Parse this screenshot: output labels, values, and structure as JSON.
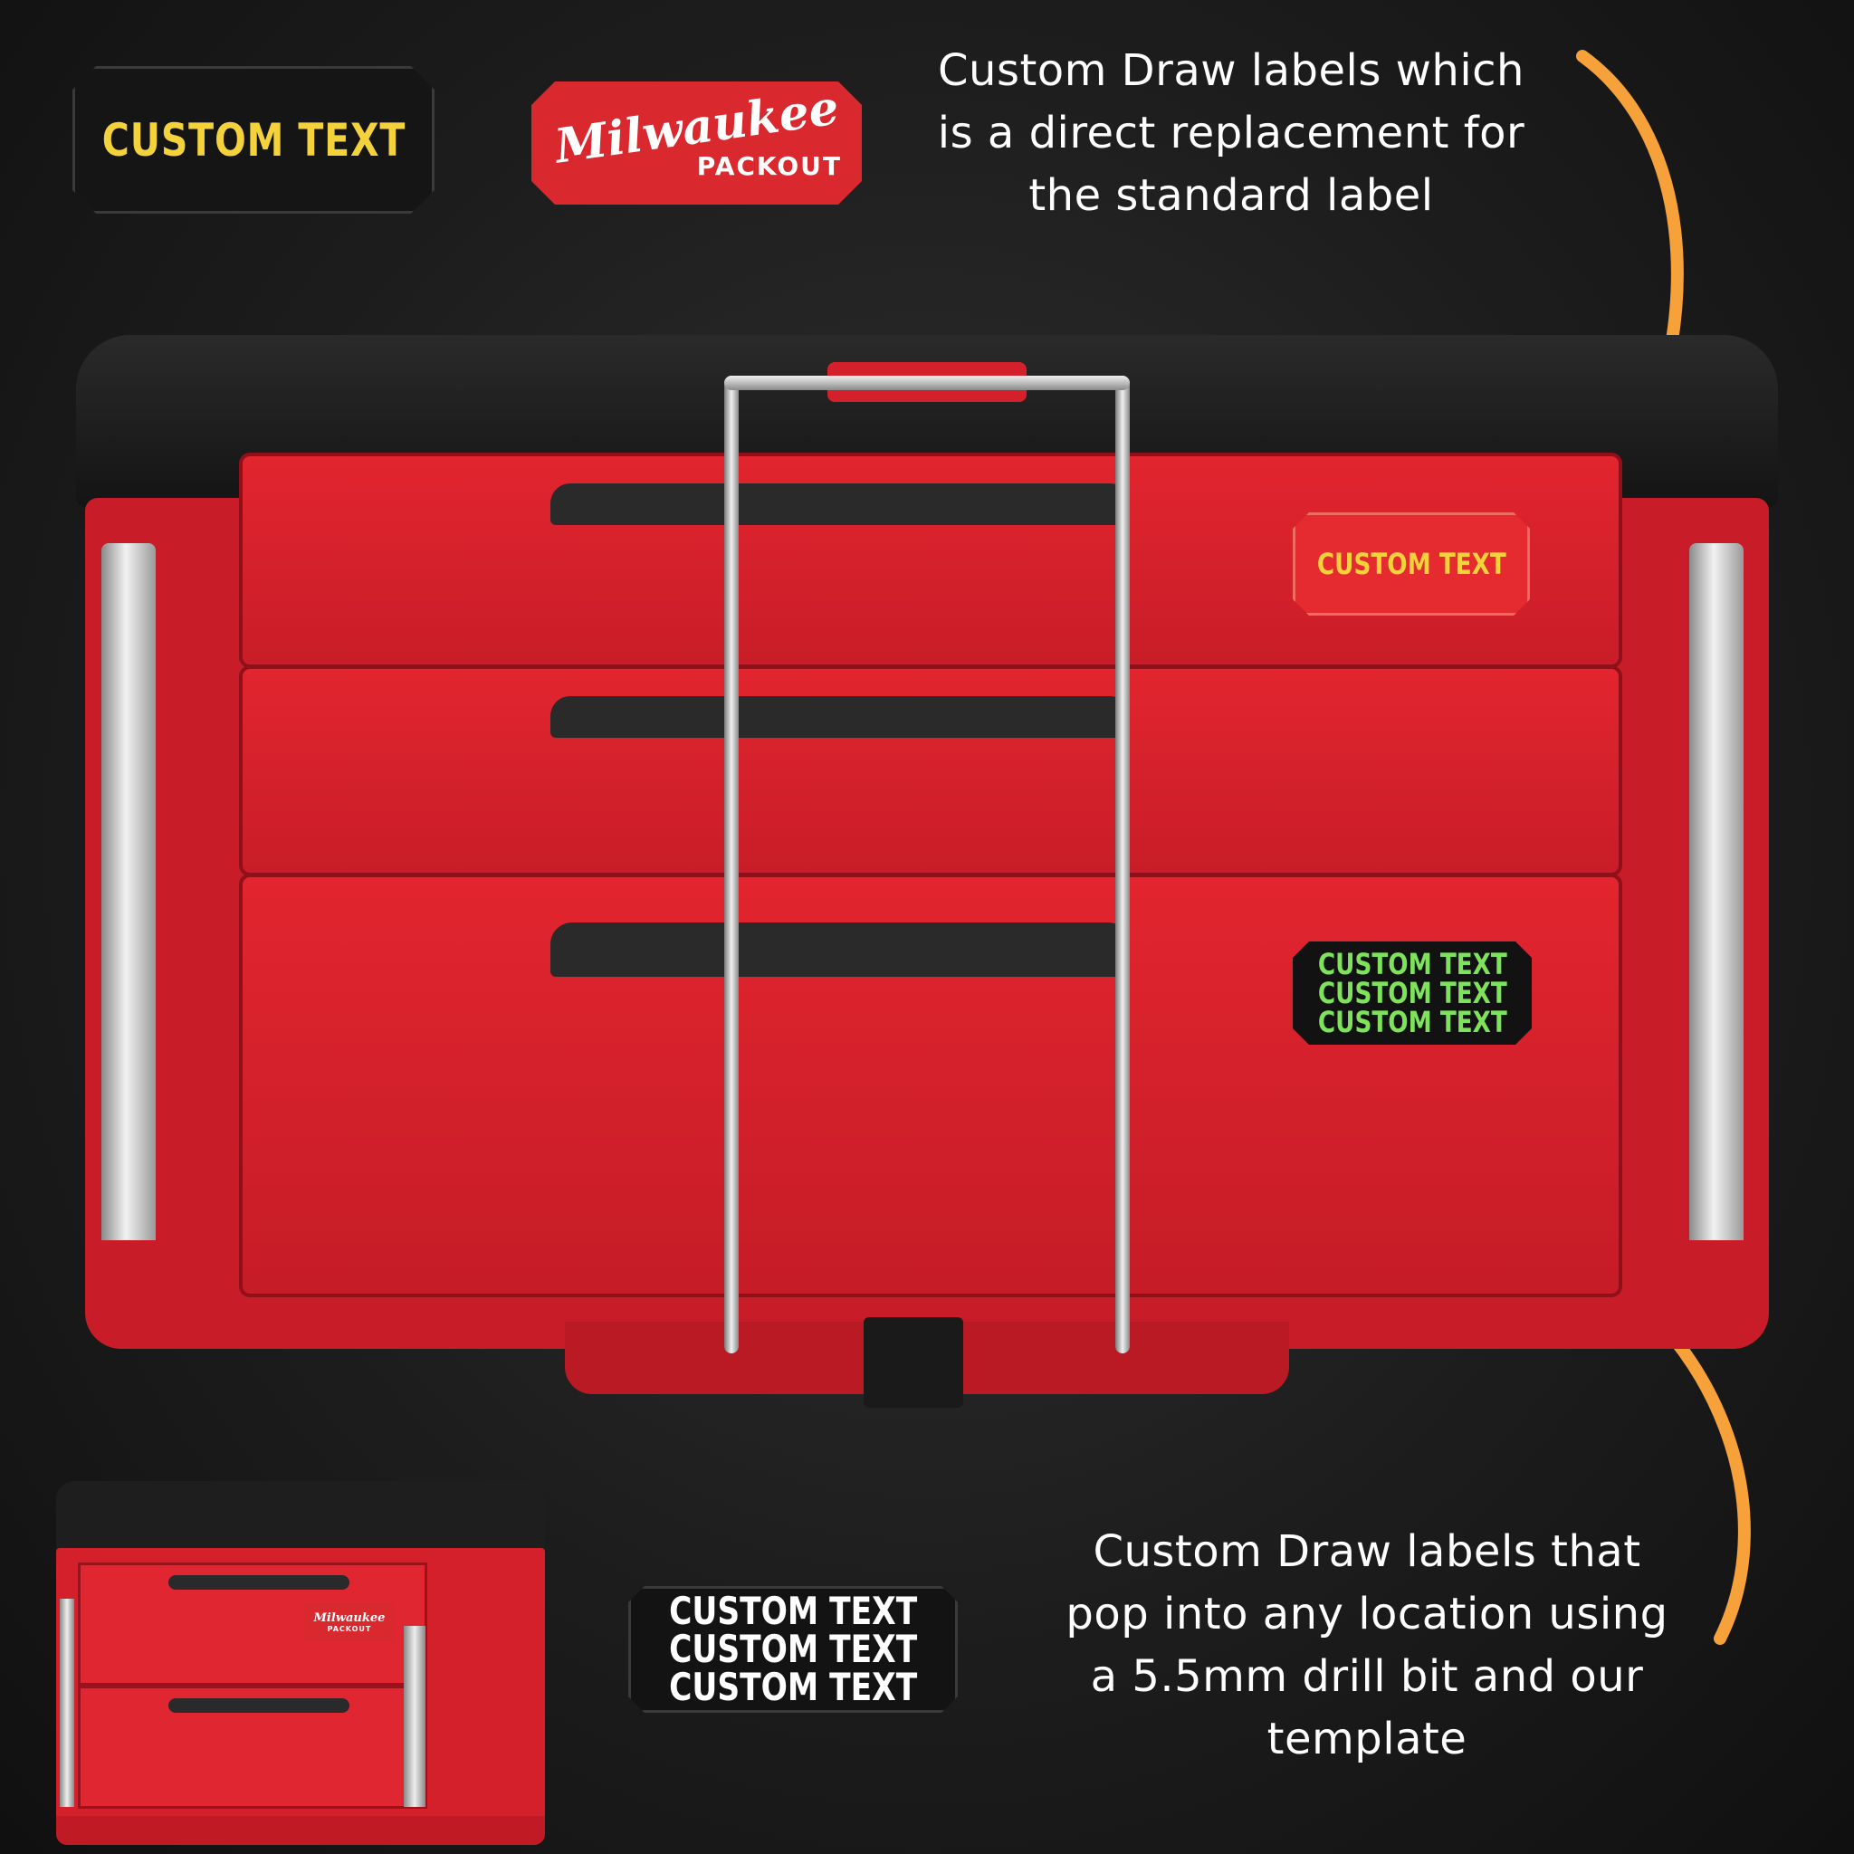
{
  "captions": {
    "top": [
      "Custom Draw labels which",
      "is a direct replacement for",
      "the standard label"
    ],
    "bottom": [
      "Custom Draw labels that",
      "pop into any location using",
      "a 5.5mm drill bit and our",
      "template"
    ]
  },
  "labels": {
    "black_yellow": "CUSTOM TEXT",
    "milwaukee_brand": "Milwaukee",
    "milwaukee_sub": "PACKOUT",
    "red_yellow": "CUSTOM TEXT",
    "green_lines": [
      "CUSTOM TEXT",
      "CUSTOM TEXT",
      "CUSTOM TEXT"
    ],
    "white_lines": [
      "CUSTOM TEXT",
      "CUSTOM TEXT",
      "CUSTOM TEXT"
    ],
    "small_brand": "Milwaukee",
    "small_sub": "PACKOUT"
  },
  "colors": {
    "accent_arrow": "#f7a13a",
    "toolbox_red": "#d4202b",
    "label_yellow": "#f4d23c",
    "label_green": "#7ee35a"
  }
}
